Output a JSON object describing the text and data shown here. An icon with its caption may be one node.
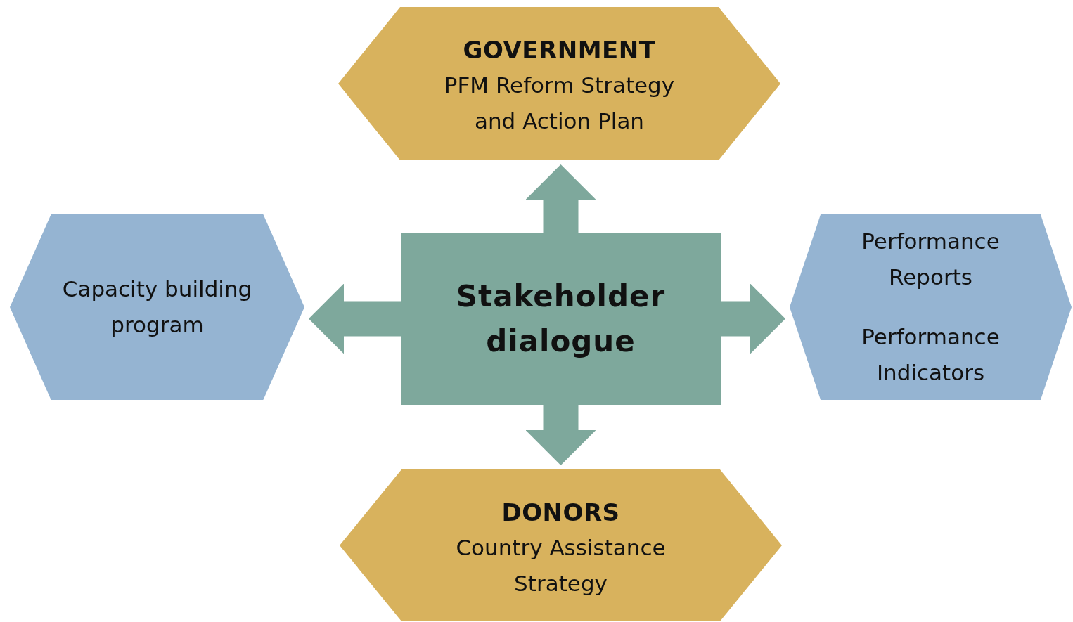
{
  "diagram": {
    "nodes": [
      {
        "text": [
          "GOVERNMENT",
          "PFM Reform Strategy and Action Plan"
        ]
      },
      {
        "text": [
          "Capacity building program"
        ]
      },
      {
        "text": [
          "Stakeholder dialogue"
        ]
      },
      {
        "text": [
          "Performance Reports",
          "Performance Indicators"
        ]
      },
      {
        "text": [
          "DONORS",
          "Country Assistance Strategy"
        ]
      }
    ],
    "edges": [
      {
        "from": 2,
        "to": 0,
        "arrow": "to"
      },
      {
        "from": 2,
        "to": 1,
        "arrow": "to"
      },
      {
        "from": 2,
        "to": 3,
        "arrow": "to"
      },
      {
        "from": 2,
        "to": 4,
        "arrow": "to"
      }
    ]
  }
}
